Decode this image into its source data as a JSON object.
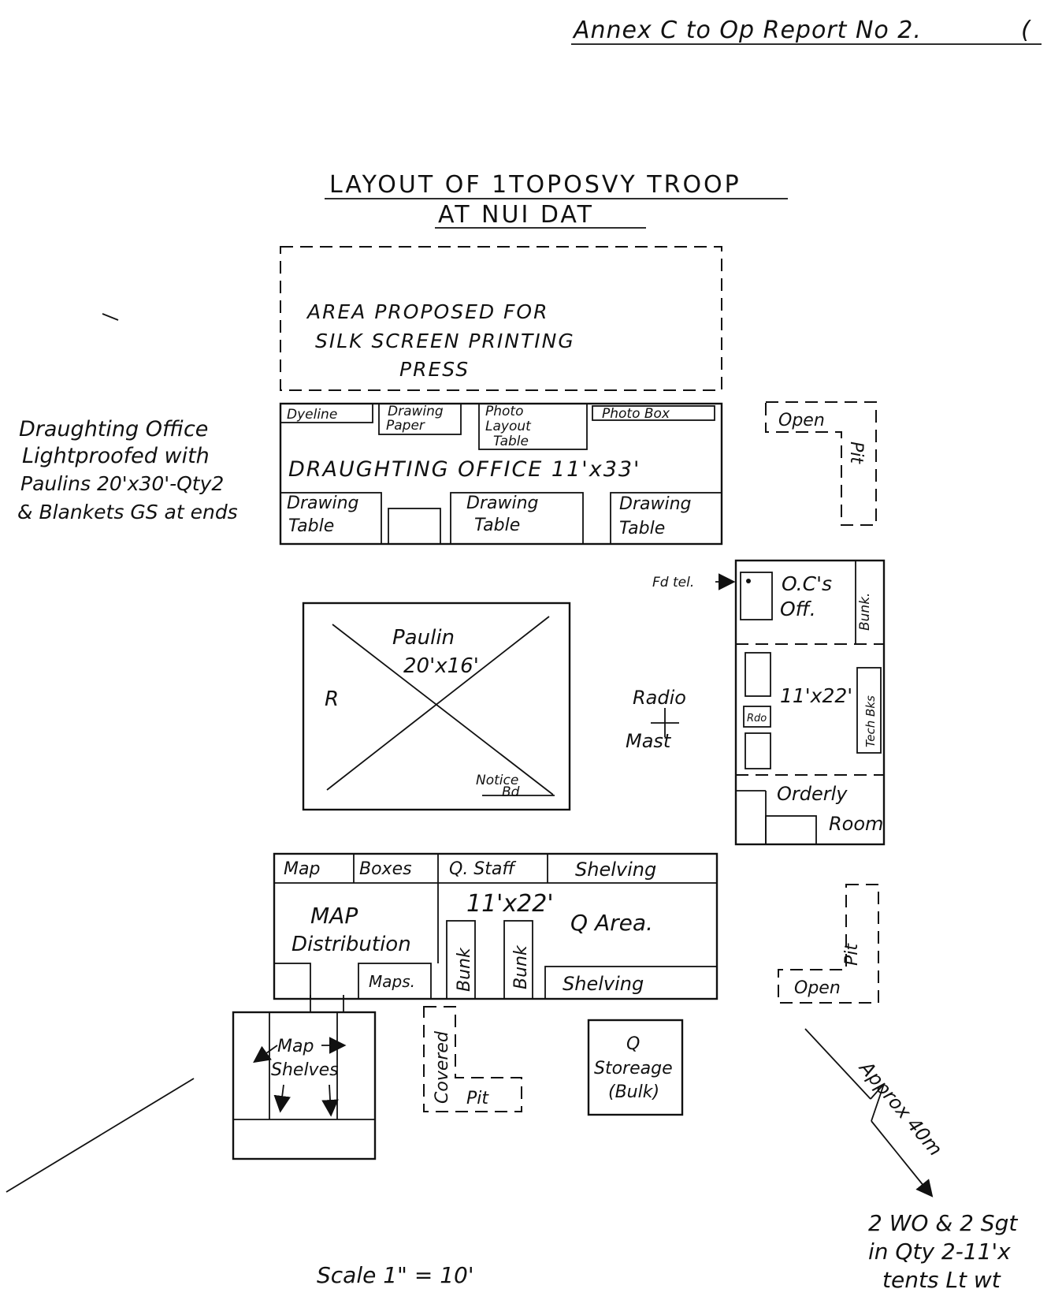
{
  "document": {
    "header": "Annex C to Op Report No 2.",
    "header_fragment": "(",
    "title_line1": "LAYOUT OF 1TOPOSVY TROOP",
    "title_line2": "AT NUI DAT",
    "scale": "Scale  1\" = 10'"
  },
  "proposed_area": {
    "line1": "AREA PROPOSED FOR",
    "line2": "SILK SCREEN PRINTING",
    "line3": "PRESS"
  },
  "draughting_note": {
    "line1": "Draughting Office",
    "line2": "Lightproofed with",
    "line3": "Paulins 20'x30'-Qty2",
    "line4": "& Blankets GS at ends"
  },
  "draughting_office": {
    "label": "DRAUGHTING OFFICE 11'x33'",
    "dyeline": "Dyeline",
    "drawing_paper_1": "Drawing",
    "drawing_paper_2": "Paper",
    "photo_layout_1": "Photo",
    "photo_layout_2": "Layout",
    "photo_layout_3": "Table",
    "photo_box": "Photo Box",
    "drawing_table_a": "Drawing",
    "drawing_table_b": "Table"
  },
  "pits": {
    "open": "Open",
    "pit": "Pit",
    "covered": "Covered"
  },
  "paulin": {
    "line1": "Paulin",
    "line2": "20'x16'",
    "r": "R",
    "notice_1": "Notice",
    "notice_2": "Bd"
  },
  "radio_mast": {
    "line1": "Radio",
    "line2": "Mast"
  },
  "oc_block": {
    "fd_tel": "Fd tel.",
    "oc_1": "O.C's",
    "oc_2": "Off.",
    "bunk": "Bunk.",
    "size": "11'x22'",
    "tech_bks": "Tech Bks",
    "rdo": "Rdo",
    "orderly_1": "Orderly",
    "orderly_2": "Room"
  },
  "q_block": {
    "map": "Map",
    "boxes": "Boxes",
    "q_staff": "Q. Staff",
    "shelving": "Shelving",
    "size": "11'x22'",
    "map_dist_1": "MAP",
    "map_dist_2": "Distribution",
    "q_area": "Q Area.",
    "bunk": "Bunk",
    "maps": "Maps."
  },
  "map_shelves": {
    "line1": "Map",
    "line2": "Shelves"
  },
  "q_storage": {
    "line1": "Q",
    "line2": "Storeage",
    "line3": "(Bulk)"
  },
  "approx": "Approx 40m",
  "wo_note": {
    "line1": "2 WO & 2 Sgt",
    "line2": "in Qty 2-11'x",
    "line3": "tents Lt wt"
  }
}
